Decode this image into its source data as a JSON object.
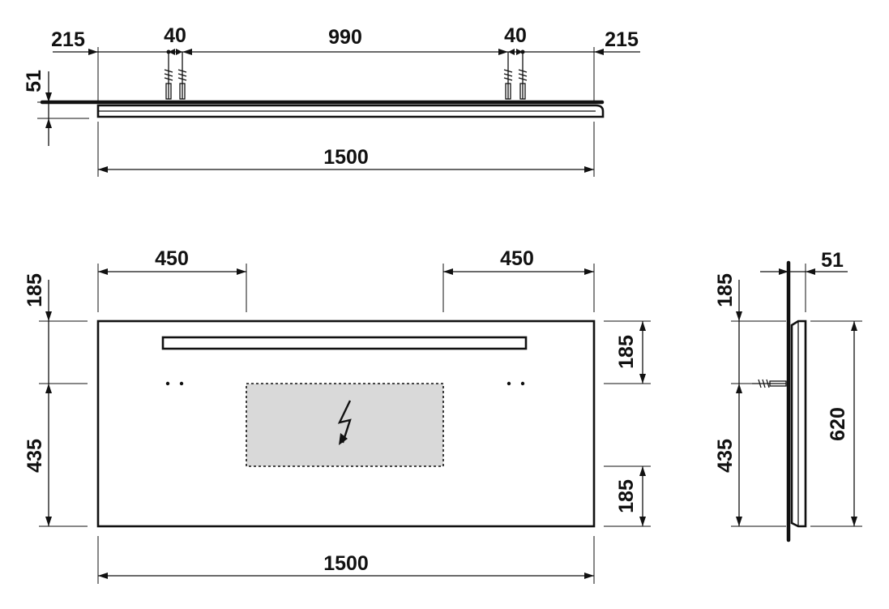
{
  "top_view": {
    "dims": {
      "left_offset": "215",
      "bracket_left": "40",
      "center": "990",
      "bracket_right": "40",
      "right_offset": "215",
      "depth": "51",
      "overall_width": "1500"
    }
  },
  "front_view": {
    "dims": {
      "left_450": "450",
      "right_450": "450",
      "left_top_185": "185",
      "left_435": "435",
      "right_top_185": "185",
      "right_bottom_185": "185",
      "overall_width": "1500"
    },
    "icons": [
      "lightning-icon"
    ]
  },
  "side_view": {
    "dims": {
      "depth": "51",
      "top_185": "185",
      "lower_435": "435",
      "height": "620"
    }
  },
  "colors": {
    "line": "#111111",
    "shade": "#d9d9d9"
  }
}
